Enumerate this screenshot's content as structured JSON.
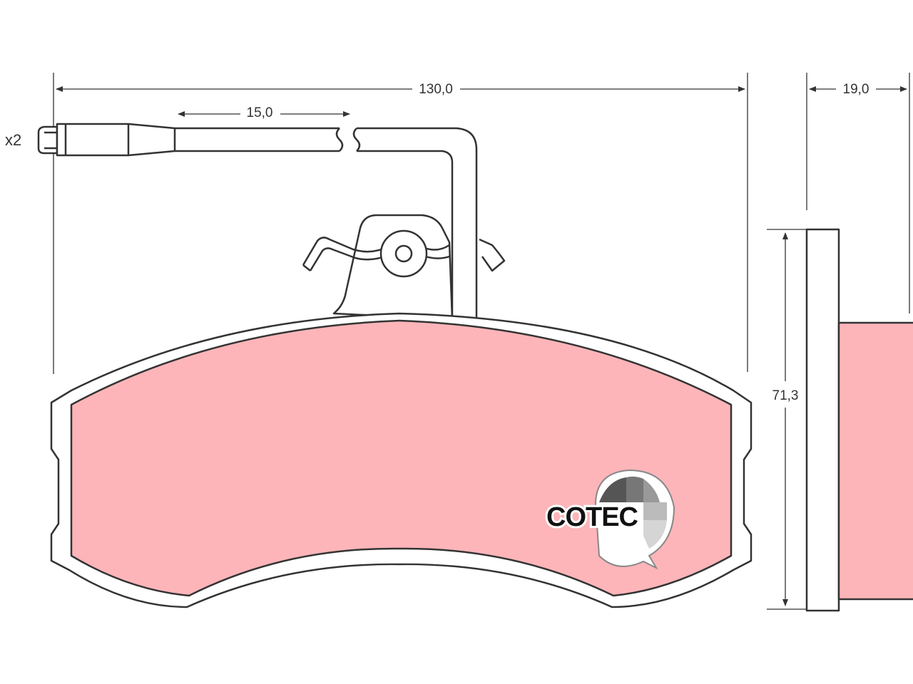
{
  "dimensions": {
    "width_label": "130,0",
    "wire_label": "15,0",
    "thickness_label": "19,0",
    "height_label": "71,3"
  },
  "quantity_label": "x2",
  "logo": {
    "text": "COTEC",
    "icon": "gauge-segments-icon"
  },
  "colors": {
    "friction_material": "#fdb5b9",
    "outline": "#333333",
    "background": "#ffffff"
  }
}
